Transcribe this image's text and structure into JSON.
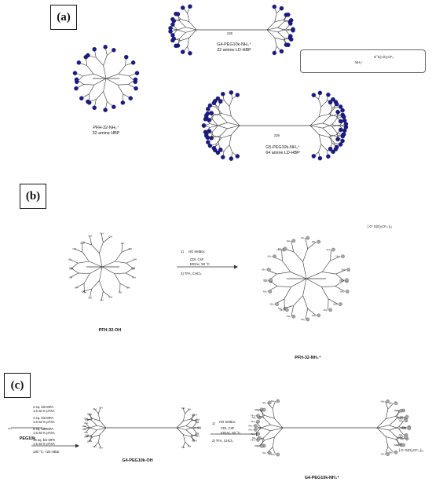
{
  "panels": {
    "a": {
      "tag": "(a)",
      "pfh": {
        "name": "PFH-32-NH₃⁺",
        "desc": "32 amine HBP"
      },
      "g4": {
        "name": "G4-PEG10k-NH₃⁺",
        "desc": "32 amine LD-HBP",
        "repeat": "226"
      },
      "g5": {
        "name": "G5-PEG10k-NH₃⁺",
        "desc": "64 amine LD-HBP",
        "repeat": "226"
      },
      "legend": {
        "formula": "NH₃⁺",
        "counter": "O‾S(=O)₂CF₃"
      }
    },
    "b": {
      "tag": "(b)",
      "start": "PFH-32-OH",
      "product": "PFH-32-NH₃⁺",
      "reagent_lines": [
        "1)",
        "HO  NHBoc",
        "CDI, CsF",
        "EtOAc, 50 °C",
        "2)  TFA, CHCl₃"
      ],
      "counterion": "[ O⁻S(O)₂CF₃ ]₃₂"
    },
    "c": {
      "tag": "(c)",
      "start": "PEG10k",
      "intermediate": "G4-PEG10k-OH",
      "product": "G4-PEG10k-NH₃⁺",
      "step_lines": [
        "2 eq. bis-MPA",
        "1.5 wt.% pTSA",
        "4 eq. bis-MPA",
        "1.5 wt.% pTSA",
        "8 eq. bis-MPA",
        "1.5 wt.% pTSA",
        "16 eq. bis-MPA",
        "1.5 wt.% pTSA",
        "130 °C, <20 mBar"
      ],
      "reagent_lines": [
        "1)",
        "HO  NHBoc",
        "CDI, CsF",
        "EtOAc, 50 °C",
        "2)  TFA, CHCl₃"
      ],
      "counterion": "[ O⁻S(O)₂CF₃ ]₃₂"
    }
  },
  "colors": {
    "end_group": "#1a1a8c",
    "grey_group": "#a8a8a8",
    "bond": "#333333"
  }
}
